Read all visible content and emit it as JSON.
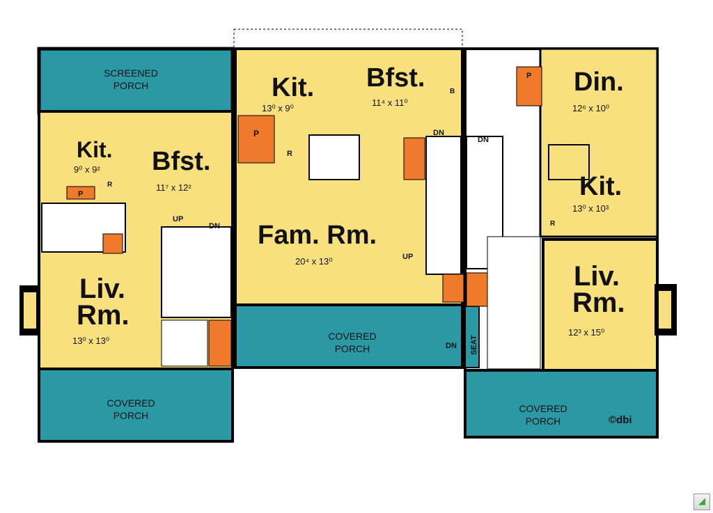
{
  "colors": {
    "floor": "#f9e07f",
    "porch": "#2b98a5",
    "wall": "#000000",
    "fixture": "#ef7a2c",
    "tile": "#ffffff"
  },
  "rooms": {
    "screened_porch": {
      "line1": "SCREENED",
      "line2": "PORCH"
    },
    "kit_a": {
      "name": "Kit.",
      "dim": "9⁰ x 9²"
    },
    "bfst_a": {
      "name": "Bfst.",
      "dim": "11⁷ x 12²"
    },
    "liv_a": {
      "name1": "Liv.",
      "name2": "Rm.",
      "dim": "13⁰ x 13⁰"
    },
    "porch_a": {
      "line1": "COVERED",
      "line2": "PORCH"
    },
    "kit_b": {
      "name": "Kit.",
      "dim": "13⁰ x 9⁰"
    },
    "bfst_b": {
      "name": "Bfst.",
      "dim": "11⁴ x 11⁰"
    },
    "fam_b": {
      "name": "Fam. Rm.",
      "dim": "20⁴ x 13⁰"
    },
    "porch_b": {
      "line1": "COVERED",
      "line2": "PORCH"
    },
    "din_c": {
      "name": "Din.",
      "dim": "12⁶ x 10⁰"
    },
    "kit_c": {
      "name": "Kit.",
      "dim": "13⁰ x 10³"
    },
    "liv_c": {
      "name1": "Liv.",
      "name2": "Rm.",
      "dim": "12³ x 15⁰"
    },
    "porch_c": {
      "line1": "COVERED",
      "line2": "PORCH"
    }
  },
  "labels": {
    "up": "UP",
    "dn": "DN",
    "r": "R",
    "p": "P",
    "seat": "SEAT",
    "copyright": "©dbi"
  }
}
